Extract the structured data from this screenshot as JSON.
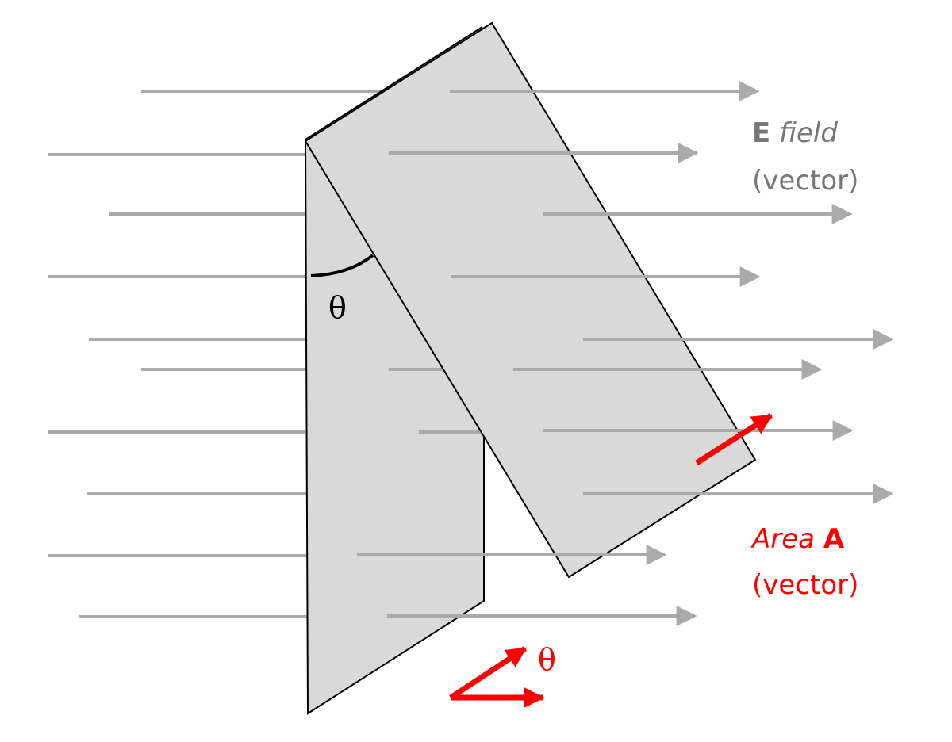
{
  "labels": {
    "e_bold": "E",
    "e_italic": "field",
    "e_sub": "(vector)",
    "a_italic": "Area",
    "a_bold": "A",
    "a_sub": "(vector)",
    "theta_surface": "θ",
    "theta_inset": "θ"
  },
  "colors": {
    "field": "#aaaaaa",
    "field_text": "#777777",
    "surface": "#d9d9d9",
    "outline": "#000000",
    "area_vector": "#ff0000"
  }
}
